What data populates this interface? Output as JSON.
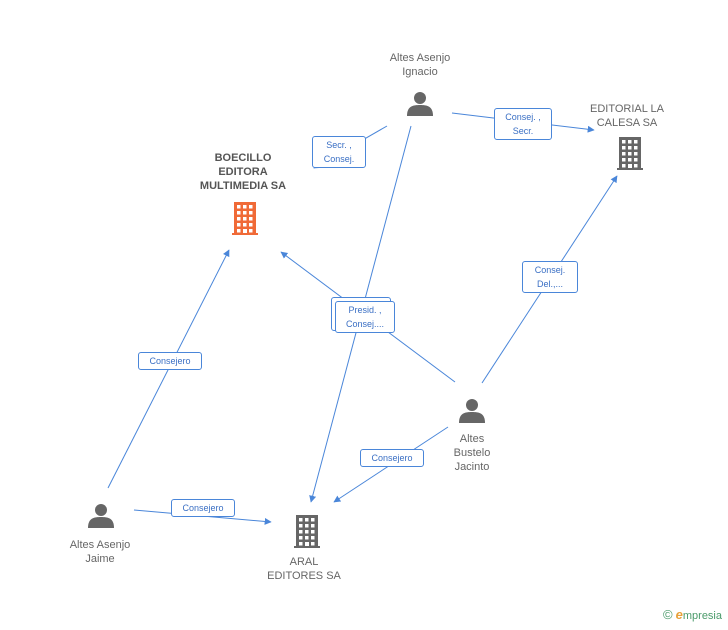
{
  "colors": {
    "edge": "#4a86d9",
    "person": "#666666",
    "company": "#666666",
    "focus_company": "#f06a37"
  },
  "nodes": {
    "boecillo": {
      "label": [
        "BOECILLO",
        "EDITORA",
        "MULTIMEDIA SA"
      ],
      "type": "company",
      "focus": true
    },
    "ignacio": {
      "label": [
        "Altes Asenjo",
        "Ignacio"
      ],
      "type": "person"
    },
    "calesa": {
      "label": [
        "EDITORIAL LA",
        "CALESA SA"
      ],
      "type": "company"
    },
    "jacinto": {
      "label": [
        "Altes",
        "Bustelo",
        "Jacinto"
      ],
      "type": "person"
    },
    "jaime": {
      "label": [
        "Altes Asenjo",
        "Jaime"
      ],
      "type": "person"
    },
    "aral": {
      "label": [
        "ARAL",
        "EDITORES SA"
      ],
      "type": "company"
    }
  },
  "edges": [
    {
      "from": "ignacio",
      "to": "boecillo",
      "label": [
        "Secr. ,",
        "Consej."
      ]
    },
    {
      "from": "ignacio",
      "to": "calesa",
      "label": [
        "Consej. ,",
        "Secr."
      ]
    },
    {
      "from": "ignacio",
      "to": "aral",
      "label": []
    },
    {
      "from": "jacinto",
      "to": "calesa",
      "label": [
        "Consej.",
        "Del.,..."
      ]
    },
    {
      "from": "jacinto",
      "to": "boecillo",
      "label": [
        "Presid. ,",
        "Consej...."
      ]
    },
    {
      "from": "jacinto",
      "to": "aral",
      "label": [
        "Consejero"
      ]
    },
    {
      "from": "jaime",
      "to": "boecillo",
      "label": [
        "Consejero"
      ]
    },
    {
      "from": "jaime",
      "to": "aral",
      "label": [
        "Consejero"
      ]
    }
  ],
  "brand": {
    "copyright": "©",
    "name_first": "e",
    "name_rest": "mpresia"
  }
}
